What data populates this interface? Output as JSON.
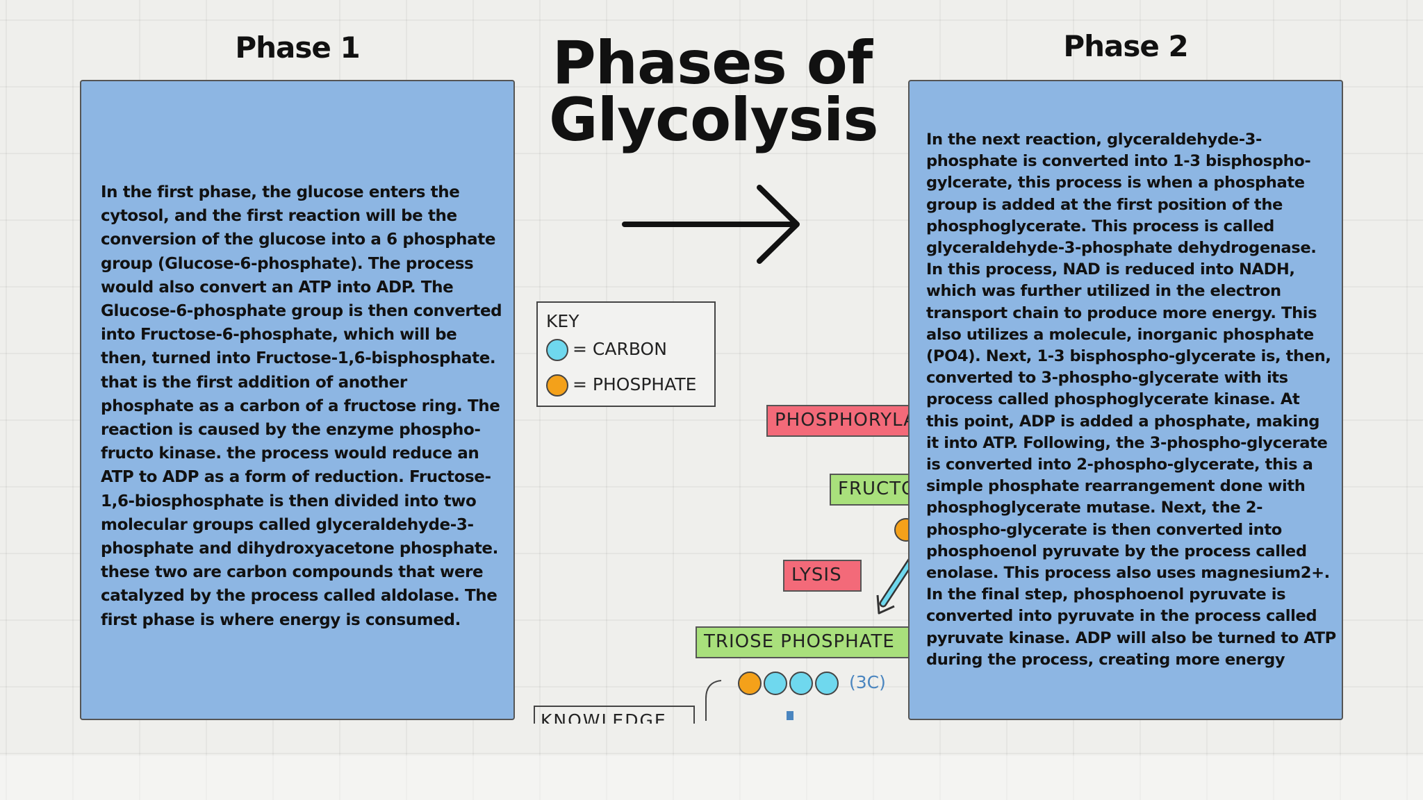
{
  "slide": {
    "title": "Phases of Glycolysis",
    "phase1": {
      "heading": "Phase 1",
      "text": "In the first phase, the glucose enters the cytosol, and the first reaction will be the conversion of the glucose into a 6 phosphate group (Glucose-6-phosphate). The process would also convert an ATP into ADP. The Glucose-6-phosphate group is then converted into Fructose-6-phosphate, which will be then, turned into Fructose-1,6-bisphosphate. that is the first addition of another phosphate as a carbon of a fructose ring. The reaction is caused by the enzyme phospho-fructo kinase. the process would reduce an ATP to ADP as a form of reduction. Fructose-1,6-biosphosphate is then divided into two molecular groups called glyceraldehyde-3-phosphate and dihydroxyacetone phosphate. these two are carbon compounds that were catalyzed by the process called aldolase. The first phase is where energy is consumed."
    },
    "phase2": {
      "heading": "Phase 2",
      "text": "In the next reaction, glyceraldehyde-3-phosphate is converted into 1-3 bisphospho-gylcerate, this process is when a phosphate group is added at the first position of the phosphoglycerate. This process is called glyceraldehyde-3-phosphate dehydrogenase. In this process, NAD is reduced into NADH, which was further utilized in the electron transport chain to produce more energy. This also utilizes a molecule, inorganic phosphate (PO4). Next, 1-3 bisphospho-glycerate is, then, converted to 3-phospho-glycerate with its process called phosphoglycerate kinase. At this point, ADP is added a phosphate, making it into ATP. Following, the 3-phospho-glycerate is converted into 2-phospho-glycerate, this a simple phosphate rearrangement done with phosphoglycerate  mutase. Next, the 2-phospho-glycerate is then converted into phosphoenol pyruvate by the process called enolase. This process also uses magnesium2+. In the final step, phosphoenol pyruvate is converted into pyruvate in the process called pyruvate kinase. ADP will also be turned to ATP during the process, creating more energy"
    }
  },
  "diagram": {
    "key": {
      "title": "KEY",
      "carbon": "= CARBON",
      "phosphate": "= PHOSPHATE"
    },
    "labels": {
      "phosphorylation": "PHOSPHORYLA",
      "fructose": "FRUCTO",
      "lysis": "LYSIS",
      "triose": "TRIOSE  PHOSPHATE"
    },
    "molecule_label": "(3C)",
    "knowledge": "KNOWLEDGE",
    "icons": [
      "arrow-right-icon",
      "carbon-dot-icon",
      "phosphate-dot-icon"
    ],
    "colors": {
      "panel": "#8db6e3",
      "carbon": "#6fd8ee",
      "phosphate": "#f4a11a",
      "red_label": "#f36a79",
      "green_label": "#a9e07c",
      "molecule_label": "#4a85bf"
    }
  }
}
